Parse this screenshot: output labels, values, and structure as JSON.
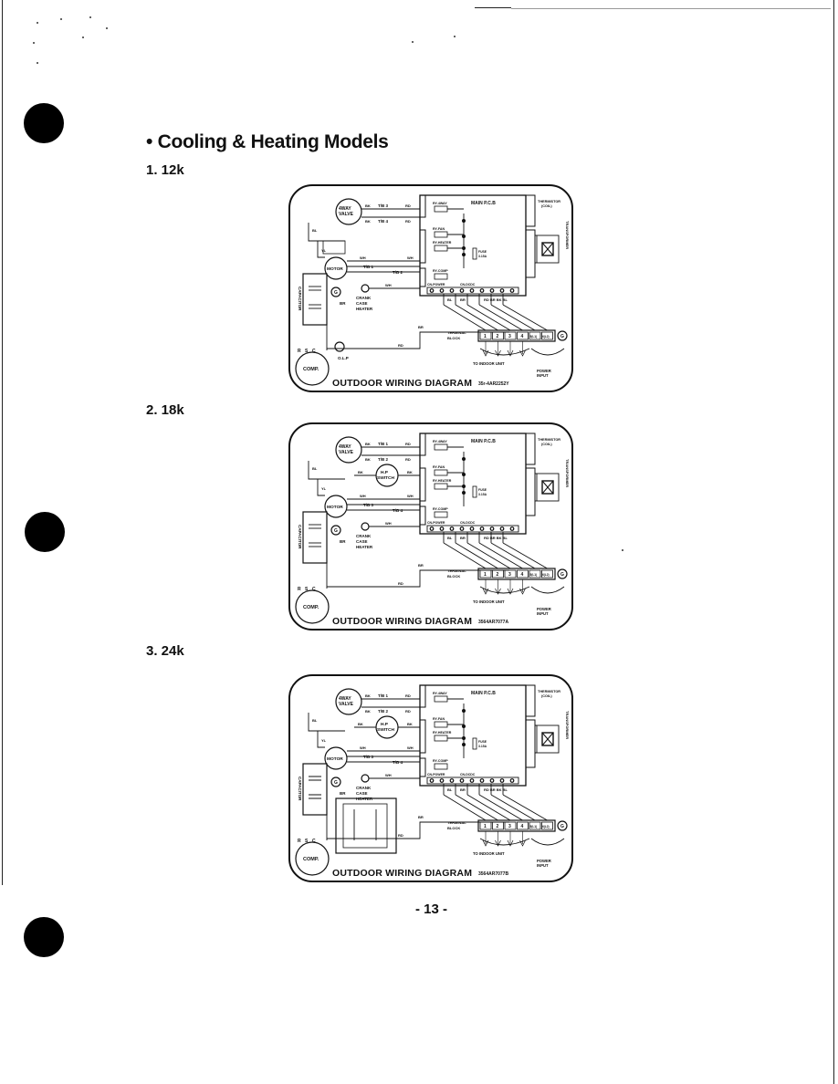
{
  "section_title": "• Cooling & Heating Models",
  "models": [
    {
      "label": "1. 12k",
      "caption": "OUTDOOR WIRING DIAGRAM",
      "code": "35r-4AR2252Y",
      "variant": "12k"
    },
    {
      "label": "2. 18k",
      "caption": "OUTDOOR WIRING DIAGRAM",
      "code": "3564AR7077A",
      "variant": "18k"
    },
    {
      "label": "3. 24k",
      "caption": "OUTDOOR WIRING DIAGRAM",
      "code": "3564AR7077B",
      "variant": "24k"
    }
  ],
  "diagram_labels": {
    "valve": "4WAY VALVE",
    "pcb": "MAIN P.C.B",
    "thermistor": "THERMISTOR (COIL)",
    "transformer": "TRANSFORMER",
    "motor": "MOTOR",
    "capacitor": "CAPACITOR",
    "comp": "COMP.",
    "olp": "O.L.P",
    "heater": "CRANK CASE HEATER",
    "hp_switch": "H.P SWITCH",
    "fuse": "FUSE 3.15A",
    "terminal": "TERMINAL BLOCK",
    "to_indoor": "TO INDOOR UNIT",
    "power_input": "POWER INPUT",
    "ry_4way": "RY-4WAY",
    "ry_fan": "RY-FAN",
    "ry_heater": "RY-HEATER",
    "ry_comp": "RY-COMP",
    "cn_power": "CN-POWER",
    "cn_dcdc": "CN-DCDC",
    "tb_terminals": [
      "1",
      "2",
      "3",
      "4",
      "5(L1)",
      "6(L2)"
    ],
    "tb1": "T/B 1",
    "tb2": "T/B 2",
    "tb3": "T/B 3",
    "tb4": "T/B 4",
    "wires": [
      "BK",
      "RD",
      "YL",
      "WH",
      "BR",
      "BL",
      "SR"
    ],
    "ground": "G"
  },
  "page_number": "- 13 -"
}
